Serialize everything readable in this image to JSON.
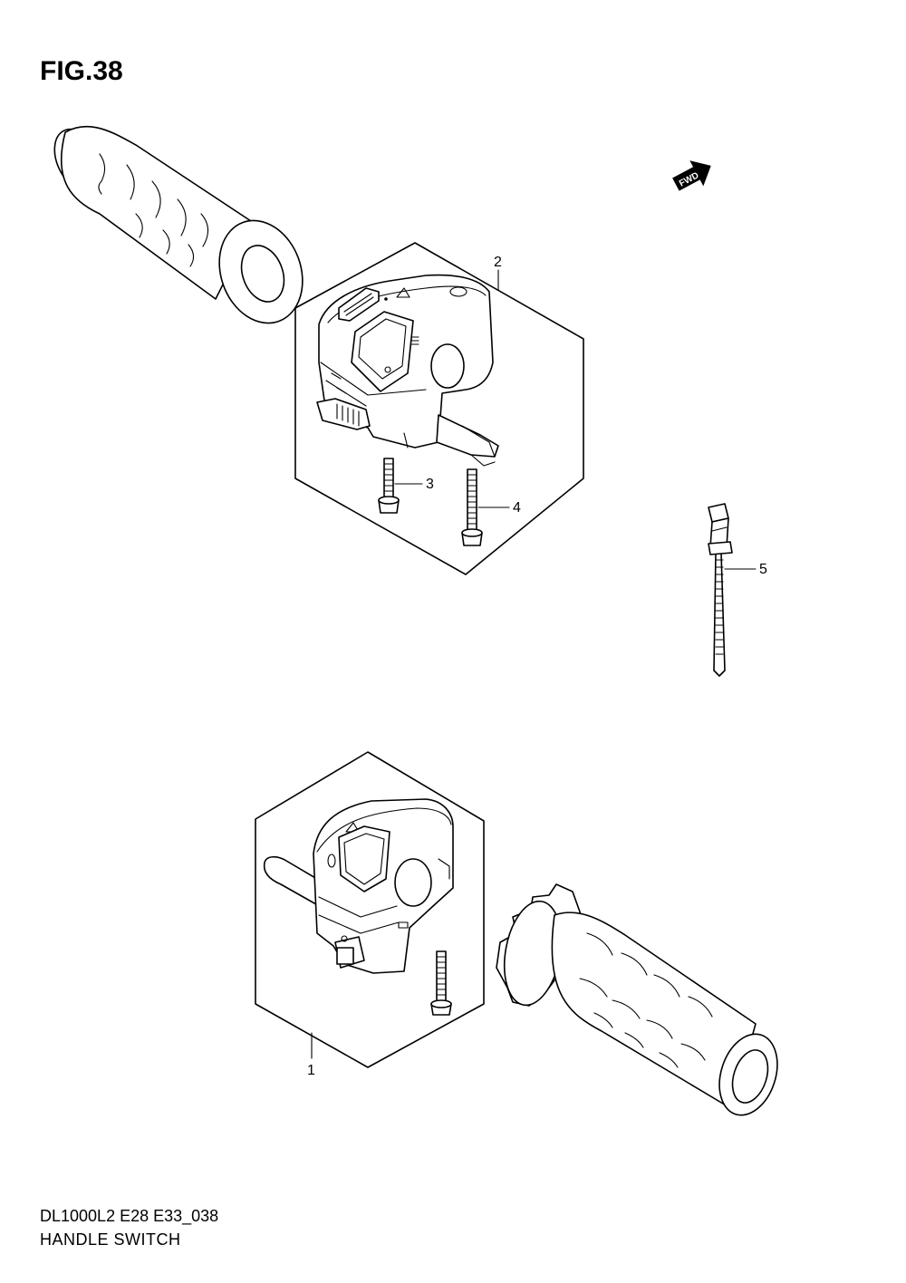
{
  "figure": {
    "title": "FIG.38",
    "model_code": "DL1000L2 E28 E33_038",
    "section_name": "HANDLE SWITCH",
    "fwd_label": "FWD"
  },
  "callouts": [
    {
      "number": "1",
      "part": "left-handle-switch-assembly"
    },
    {
      "number": "2",
      "part": "right-handle-switch-assembly"
    },
    {
      "number": "3",
      "part": "screw-short"
    },
    {
      "number": "4",
      "part": "screw-long"
    },
    {
      "number": "5",
      "part": "cable-tie-clamp"
    }
  ]
}
